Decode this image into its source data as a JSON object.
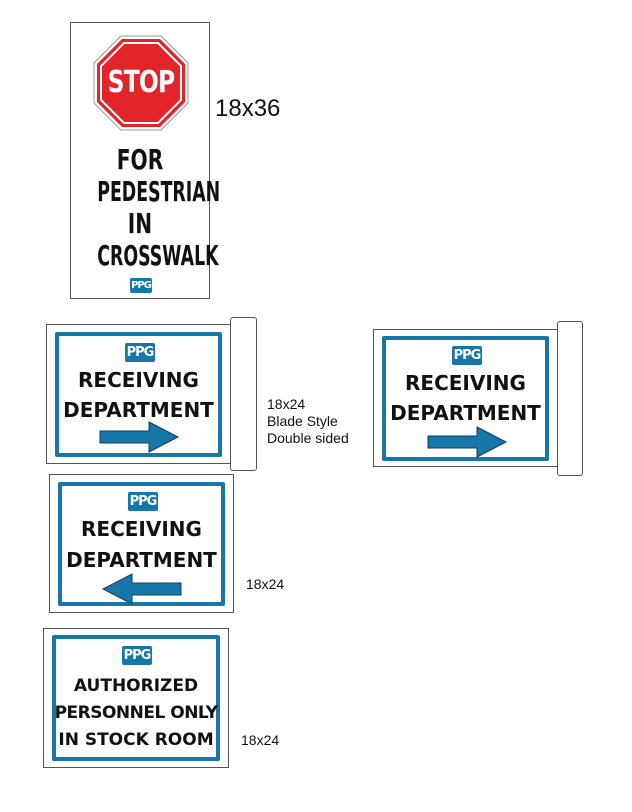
{
  "signs": {
    "stop_sign": {
      "stop_text": "STOP",
      "lines": [
        "FOR",
        "PEDESTRIAN",
        "IN",
        "CROSSWALK"
      ],
      "logo": "PPG",
      "size_label": "18x36"
    },
    "blade_left": {
      "logo": "PPG",
      "line1": "RECEIVING",
      "line2": "DEPARTMENT",
      "arrow": "arrow-right-icon"
    },
    "blade_label": [
      "18x24",
      "Blade Style",
      "Double sided"
    ],
    "blade_right": {
      "logo": "PPG",
      "line1": "RECEIVING",
      "line2": "DEPARTMENT",
      "arrow": "arrow-right-icon"
    },
    "receiving_left_arrow": {
      "logo": "PPG",
      "line1": "RECEIVING",
      "line2": "DEPARTMENT",
      "arrow": "arrow-left-icon",
      "size_label": "18x24"
    },
    "authorized": {
      "logo": "PPG",
      "lines": [
        "AUTHORIZED",
        "PERSONNEL ONLY",
        "IN STOCK ROOM"
      ],
      "size_label": "18x24"
    }
  },
  "colors": {
    "brand_blue": "#1677a8",
    "stop_red": "#e3242b"
  }
}
